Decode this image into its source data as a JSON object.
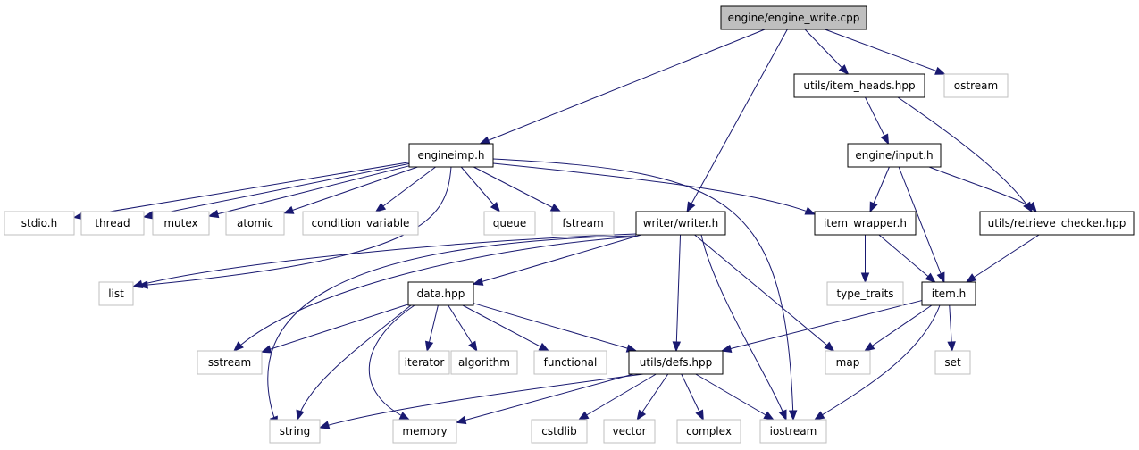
{
  "diagram": {
    "nodes": [
      {
        "id": "root",
        "label": "engine/engine_write.cpp",
        "kind": "root"
      },
      {
        "id": "item_heads",
        "label": "utils/item_heads.hpp",
        "kind": "file"
      },
      {
        "id": "ostream",
        "label": "ostream",
        "kind": "external"
      },
      {
        "id": "engineimp",
        "label": "engineimp.h",
        "kind": "file"
      },
      {
        "id": "input",
        "label": "engine/input.h",
        "kind": "file"
      },
      {
        "id": "stdio",
        "label": "stdio.h",
        "kind": "external"
      },
      {
        "id": "thread",
        "label": "thread",
        "kind": "external"
      },
      {
        "id": "mutex",
        "label": "mutex",
        "kind": "external"
      },
      {
        "id": "atomic",
        "label": "atomic",
        "kind": "external"
      },
      {
        "id": "condvar",
        "label": "condition_variable",
        "kind": "external"
      },
      {
        "id": "queue",
        "label": "queue",
        "kind": "external"
      },
      {
        "id": "fstream",
        "label": "fstream",
        "kind": "external"
      },
      {
        "id": "writer",
        "label": "writer/writer.h",
        "kind": "file"
      },
      {
        "id": "item_wrapper",
        "label": "item_wrapper.h",
        "kind": "file"
      },
      {
        "id": "retrieve",
        "label": "utils/retrieve_checker.hpp",
        "kind": "file"
      },
      {
        "id": "list",
        "label": "list",
        "kind": "external"
      },
      {
        "id": "data",
        "label": "data.hpp",
        "kind": "file"
      },
      {
        "id": "type_traits",
        "label": "type_traits",
        "kind": "external"
      },
      {
        "id": "item",
        "label": "item.h",
        "kind": "file"
      },
      {
        "id": "sstream",
        "label": "sstream",
        "kind": "external"
      },
      {
        "id": "iterator",
        "label": "iterator",
        "kind": "external"
      },
      {
        "id": "algorithm",
        "label": "algorithm",
        "kind": "external"
      },
      {
        "id": "functional",
        "label": "functional",
        "kind": "external"
      },
      {
        "id": "defs",
        "label": "utils/defs.hpp",
        "kind": "file"
      },
      {
        "id": "map",
        "label": "map",
        "kind": "external"
      },
      {
        "id": "set",
        "label": "set",
        "kind": "external"
      },
      {
        "id": "string",
        "label": "string",
        "kind": "external"
      },
      {
        "id": "memory",
        "label": "memory",
        "kind": "external"
      },
      {
        "id": "cstdlib",
        "label": "cstdlib",
        "kind": "external"
      },
      {
        "id": "vector",
        "label": "vector",
        "kind": "external"
      },
      {
        "id": "complex",
        "label": "complex",
        "kind": "external"
      },
      {
        "id": "iostream",
        "label": "iostream",
        "kind": "external"
      }
    ],
    "edges": [
      [
        "root",
        "engineimp"
      ],
      [
        "root",
        "writer"
      ],
      [
        "root",
        "item_heads"
      ],
      [
        "root",
        "ostream"
      ],
      [
        "item_heads",
        "input"
      ],
      [
        "item_heads",
        "retrieve"
      ],
      [
        "input",
        "item_wrapper"
      ],
      [
        "input",
        "item"
      ],
      [
        "input",
        "retrieve"
      ],
      [
        "engineimp",
        "stdio"
      ],
      [
        "engineimp",
        "thread"
      ],
      [
        "engineimp",
        "mutex"
      ],
      [
        "engineimp",
        "atomic"
      ],
      [
        "engineimp",
        "condvar"
      ],
      [
        "engineimp",
        "queue"
      ],
      [
        "engineimp",
        "fstream"
      ],
      [
        "engineimp",
        "list"
      ],
      [
        "engineimp",
        "iostream"
      ],
      [
        "engineimp",
        "item_wrapper"
      ],
      [
        "writer",
        "list"
      ],
      [
        "writer",
        "data"
      ],
      [
        "writer",
        "sstream"
      ],
      [
        "writer",
        "string"
      ],
      [
        "writer",
        "defs"
      ],
      [
        "writer",
        "map"
      ],
      [
        "writer",
        "iostream"
      ],
      [
        "item_wrapper",
        "type_traits"
      ],
      [
        "item_wrapper",
        "item"
      ],
      [
        "retrieve",
        "item"
      ],
      [
        "item",
        "defs"
      ],
      [
        "item",
        "map"
      ],
      [
        "item",
        "set"
      ],
      [
        "item",
        "iostream"
      ],
      [
        "data",
        "sstream"
      ],
      [
        "data",
        "iterator"
      ],
      [
        "data",
        "algorithm"
      ],
      [
        "data",
        "functional"
      ],
      [
        "data",
        "defs"
      ],
      [
        "data",
        "string"
      ],
      [
        "data",
        "memory"
      ],
      [
        "defs",
        "string"
      ],
      [
        "defs",
        "memory"
      ],
      [
        "defs",
        "cstdlib"
      ],
      [
        "defs",
        "vector"
      ],
      [
        "defs",
        "complex"
      ],
      [
        "defs",
        "iostream"
      ]
    ]
  }
}
